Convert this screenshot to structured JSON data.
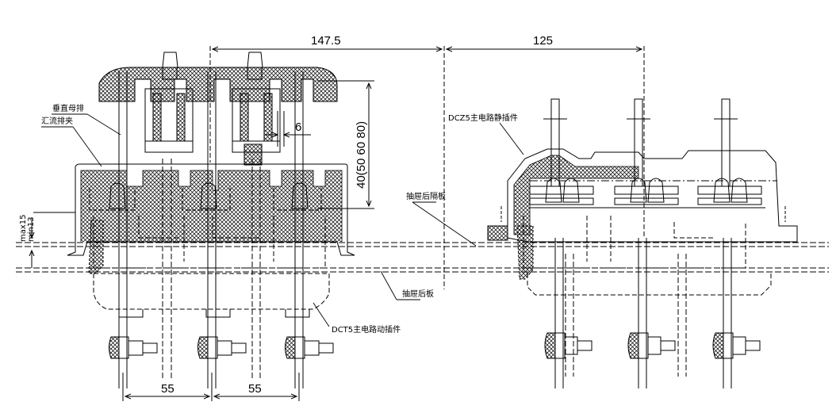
{
  "dimensions": {
    "d147": "147.5",
    "d125": "125",
    "d6": "6",
    "d40": "40(50 60 80)",
    "d55a": "55",
    "d55b": "55",
    "dmax": "max15",
    "dmin": "min13"
  },
  "labels": {
    "vertical_busbar": "垂直母排",
    "busbar_clamp": "汇流排夹",
    "dcz5": "DCZ5主电路静插件",
    "drawer_rear_partition": "抽屉后隔板",
    "drawer_rear_plate": "抽屉后板",
    "dct5": "DCT5主电路动插件"
  },
  "colors": {
    "line": "#000000",
    "background": "#ffffff"
  }
}
